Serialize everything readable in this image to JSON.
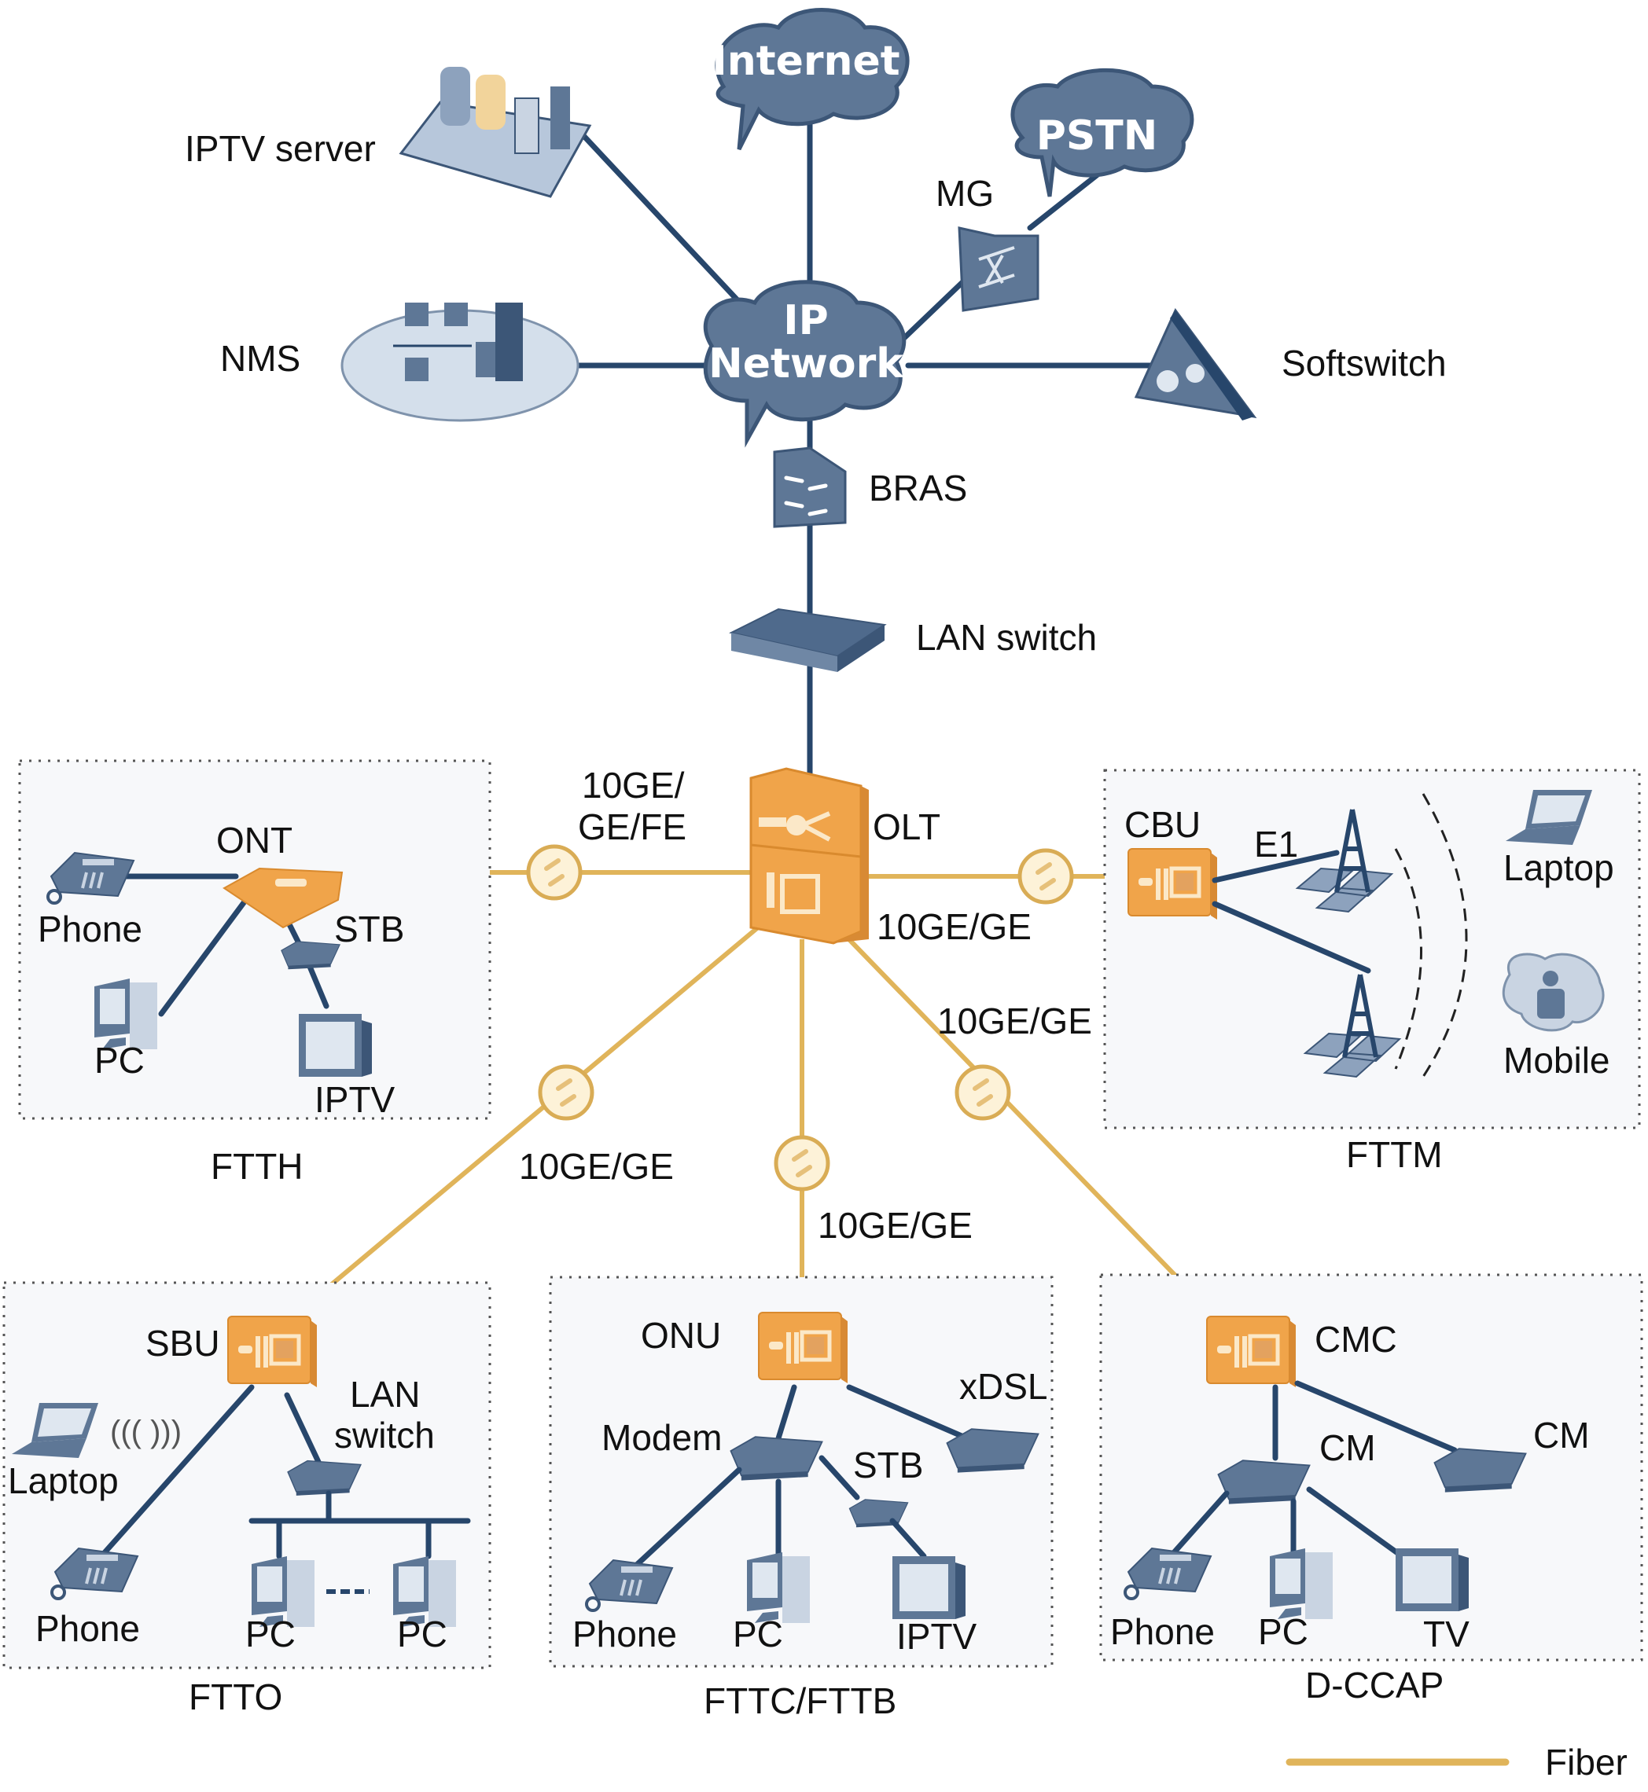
{
  "diagram": {
    "colors": {
      "network_line": "#27466b",
      "fiber": "#e0b45a",
      "device_orange": "#f0a44a",
      "device_blue": "#5e7796",
      "cloud": "#5e7796"
    },
    "clouds": {
      "internet": "Internet",
      "pstn": "PSTN",
      "ip_network_line1": "IP",
      "ip_network_line2": "Network"
    },
    "core": {
      "iptv_server": "IPTV server",
      "nms": "NMS",
      "mg": "MG",
      "softswitch": "Softswitch",
      "bras": "BRAS",
      "lan_switch": "LAN switch",
      "olt": "OLT"
    },
    "links": {
      "ftth_line1": "10GE/",
      "ftth_line2": "GE/FE",
      "fttm": "10GE/GE",
      "dccap": "10GE/GE",
      "ftto": "10GE/GE",
      "fttc": "10GE/GE"
    },
    "ftth": {
      "title": "FTTH",
      "ont": "ONT",
      "phone": "Phone",
      "stb": "STB",
      "pc": "PC",
      "iptv": "IPTV"
    },
    "fttm": {
      "title": "FTTM",
      "cbu": "CBU",
      "e1": "E1",
      "laptop": "Laptop",
      "mobile": "Mobile"
    },
    "ftto": {
      "title": "FTTO",
      "sbu": "SBU",
      "lan_switch_line1": "LAN",
      "lan_switch_line2": "switch",
      "laptop": "Laptop",
      "phone": "Phone",
      "pc1": "PC",
      "pc2": "PC"
    },
    "fttc": {
      "title": "FTTC/FTTB",
      "onu": "ONU",
      "xdsl": "xDSL",
      "modem": "Modem",
      "stb": "STB",
      "phone": "Phone",
      "pc": "PC",
      "iptv": "IPTV"
    },
    "dccap": {
      "title": "D-CCAP",
      "cmc": "CMC",
      "cm1": "CM",
      "cm2": "CM",
      "phone": "Phone",
      "pc": "PC",
      "tv": "TV"
    },
    "legend": {
      "fiber": "Fiber"
    }
  }
}
